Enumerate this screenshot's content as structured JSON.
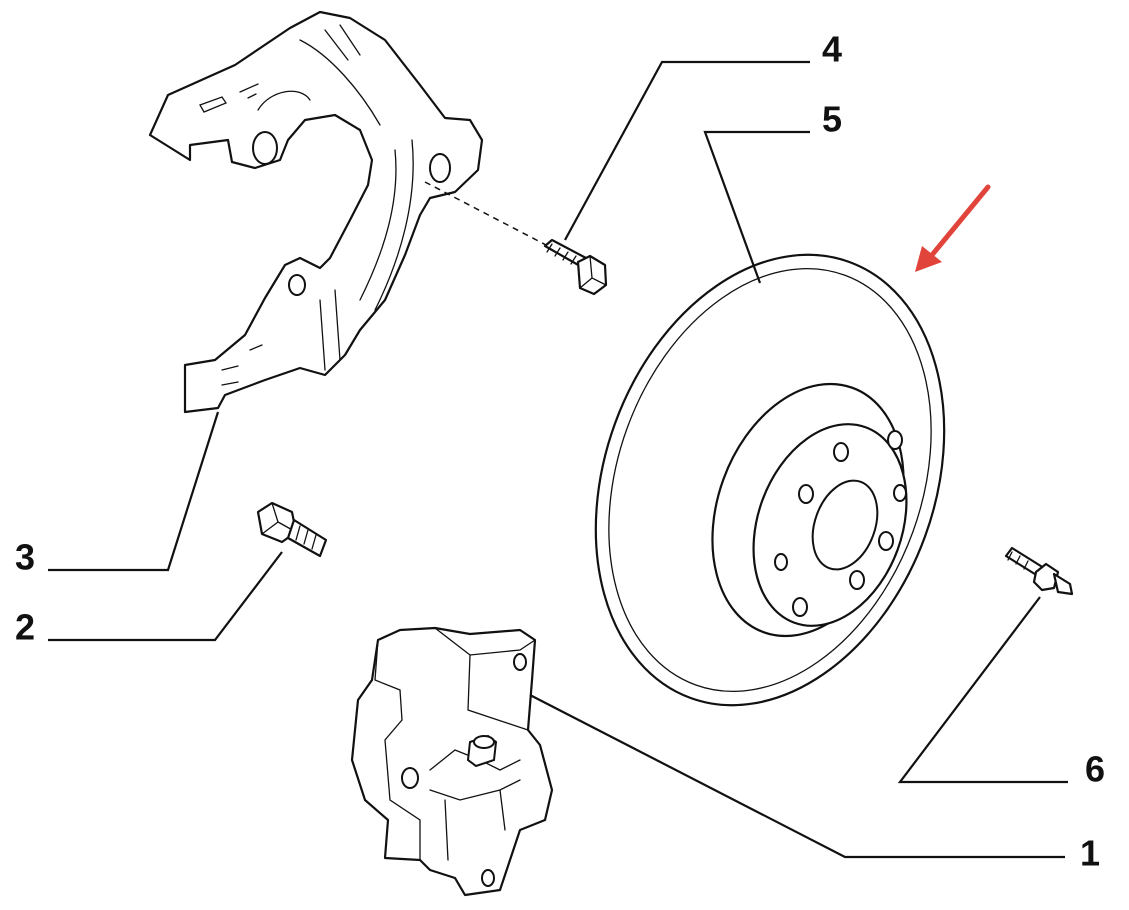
{
  "callouts": [
    {
      "id": "1",
      "label": "1"
    },
    {
      "id": "2",
      "label": "2"
    },
    {
      "id": "3",
      "label": "3"
    },
    {
      "id": "4",
      "label": "4"
    },
    {
      "id": "5",
      "label": "5"
    },
    {
      "id": "6",
      "label": "6"
    }
  ],
  "highlight_arrow_color": "#e0443a",
  "line_color": "#111111",
  "background_color": "#ffffff"
}
